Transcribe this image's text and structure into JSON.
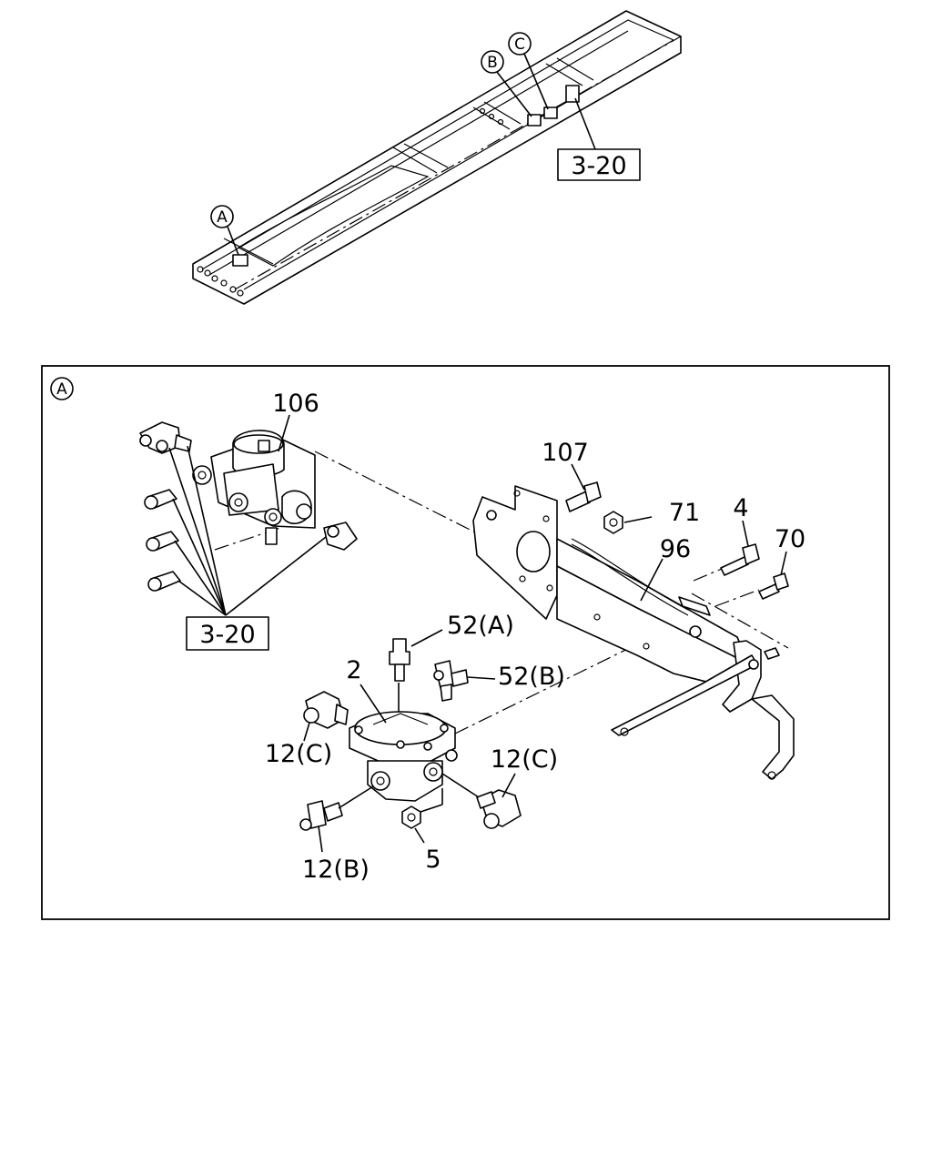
{
  "overview": {
    "callouts": {
      "a": "A",
      "b": "B",
      "c": "C"
    },
    "ref_box": "3-20"
  },
  "detail": {
    "view_marker": "A",
    "ref_box": "3-20",
    "labels": {
      "p106": "106",
      "p107": "107",
      "p71": "71",
      "p96": "96",
      "p4": "4",
      "p70": "70",
      "p52a": "52(A)",
      "p52b": "52(B)",
      "p2": "2",
      "p12c_left": "12(C)",
      "p12c_right": "12(C)",
      "p12b": "12(B)",
      "p5": "5"
    }
  }
}
